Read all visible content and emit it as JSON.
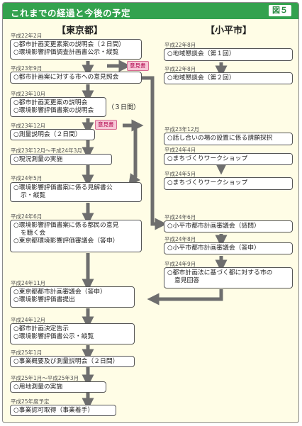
{
  "header": {
    "title": "これまでの経過と今後の予定",
    "figure_label": "図５"
  },
  "columns": {
    "tokyo": "【東京都】",
    "kodaira": "【小平市】"
  },
  "tokyo_steps": [
    {
      "date": "平成22年2月",
      "lines": [
        "○都市計画変更素案の説明会（２日間）",
        "○環境影響評価調査計画書公示・縦覧"
      ]
    },
    {
      "date": "平成23年9月",
      "lines": [
        "○都市計画案に対する市への意見照会"
      ]
    },
    {
      "date": "平成23年10月",
      "lines": [
        "○都市計画変更案の説明会",
        "○環境影響評価書案の説明会"
      ],
      "extra": "（３日間）"
    },
    {
      "date": "平成23年12月",
      "lines": [
        "○測量説明会（２日間）"
      ]
    },
    {
      "date": "平成23年12月～平成24年3月",
      "lines": [
        "○現況測量の実施"
      ]
    },
    {
      "date": "平成24年5月",
      "lines": [
        "○環境影響評価書案に係る見解書公",
        "示・縦覧"
      ]
    },
    {
      "date": "平成24年6月",
      "lines": [
        "○環境影響評価書案に係る都民の意見",
        "を聴く会",
        "○東京都環境影響評価審議会（答申）"
      ]
    },
    {
      "date": "平成24年11月",
      "lines": [
        "○東京都都市計画審議会（答申）",
        "○環境影響評価書提出"
      ]
    },
    {
      "date": "平成24年12月",
      "lines": [
        "○都市計画決定告示",
        "○環境影響評価書公示・縦覧"
      ]
    },
    {
      "date": "平成25年1月",
      "lines": [
        "○事業概要及び測量説明会（２日間）"
      ]
    },
    {
      "date": "平成25年1月～平成25年3月",
      "lines": [
        "○用地測量の実施"
      ]
    },
    {
      "date": "平成25年度予定",
      "lines": [
        "○事業認可取得（事業着手）"
      ]
    }
  ],
  "kodaira_steps": [
    {
      "date": "平成22年8月",
      "lines": [
        "○地域懇談会（第１回）"
      ]
    },
    {
      "date": "平成22年8月",
      "lines": [
        "○地域懇談会（第２回）"
      ]
    },
    {
      "date": "平成23年12月",
      "lines": [
        "○話し合いの場の設置に係る請願採択"
      ]
    },
    {
      "date": "平成24年4月",
      "lines": [
        "○まちづくりワークショップ"
      ]
    },
    {
      "date": "平成24年5月",
      "lines": [
        "○まちづくりワークショップ"
      ]
    },
    {
      "date": "平成24年6月",
      "lines": [
        "○小平市都市計画審議会（諮問）"
      ]
    },
    {
      "date": "平成24年8月",
      "lines": [
        "○小平市都市計画審議会（答申）"
      ]
    },
    {
      "date": "平成24年9月",
      "lines": [
        "○都市計画法に基づく都に対する市の",
        "意見回答"
      ]
    }
  ],
  "tags": {
    "opinion_1": "意見書",
    "opinion_2": "意見書"
  },
  "colors": {
    "title_bg": "#33a24e",
    "panel_bg": "#fffde6",
    "arrow": "#6e6e6e",
    "tag_bg": "#f7c6d6"
  }
}
